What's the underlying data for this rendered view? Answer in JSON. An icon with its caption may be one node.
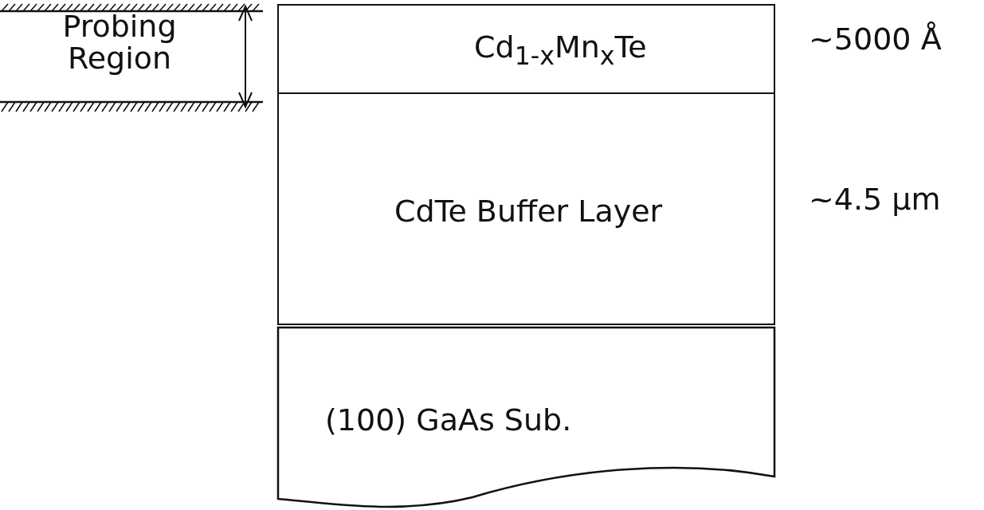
{
  "diagram": {
    "nodes": [
      {
        "text": [
          "Cd$_{1-x}$Mn$_{x}$Te"
        ],
        "beside": [
          "~5000 Å"
        ]
      },
      {
        "text": [
          "CdTe Buffer Layer"
        ],
        "beside": [
          "~4.5 µm"
        ]
      },
      {
        "text": [
          "(100) GaAs Sub."
        ]
      }
    ],
    "edges": [],
    "labels": [
      "Probing Region"
    ]
  }
}
